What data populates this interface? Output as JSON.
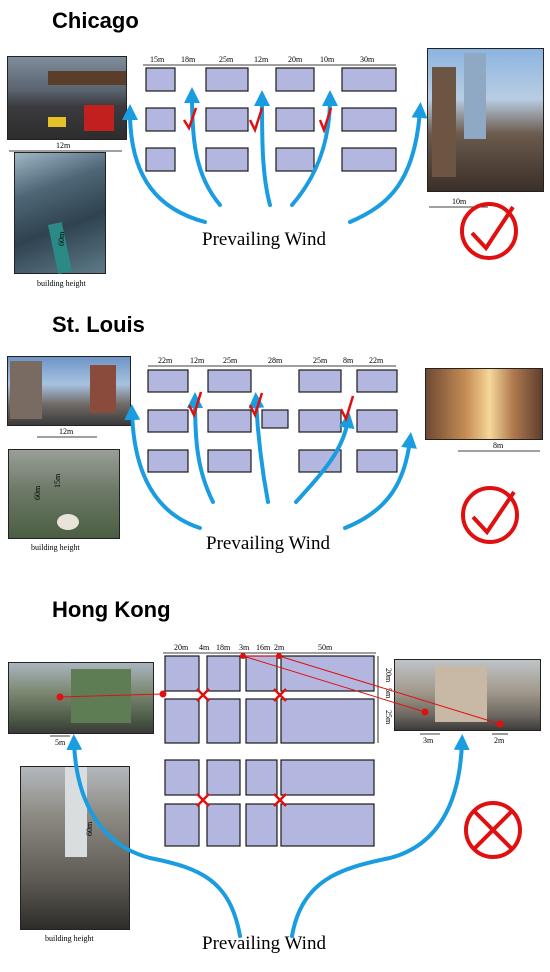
{
  "colors": {
    "building": "#b3b7df",
    "wind_arrow": "#1a9de0",
    "check_red": "#e01010",
    "cross_red": "#e01010"
  },
  "sections": {
    "chicago": {
      "title": "Chicago",
      "top_dims": [
        "15m",
        "18m",
        "25m",
        "12m",
        "20m",
        "10m",
        "30m"
      ],
      "left_photo_dim": "12m",
      "right_photo_dim": "10m",
      "aerial_height": "60m",
      "aerial_caption": "building height",
      "wind_label": "Prevailing Wind",
      "verdict_icon": "check-mark-icon"
    },
    "st_louis": {
      "title": "St. Louis",
      "top_dims": [
        "22m",
        "12m",
        "25m",
        "28m",
        "25m",
        "8m",
        "22m"
      ],
      "left_photo_dim": "12m",
      "right_photo_dim": "8m",
      "aerial_height": "60m",
      "aerial_height_2": "15m",
      "aerial_caption": "building height",
      "wind_label": "Prevailing Wind",
      "verdict_icon": "check-mark-icon"
    },
    "hong_kong": {
      "title": "Hong Kong",
      "top_dims": [
        "20m",
        "4m",
        "18m",
        "3m",
        "16m",
        "2m",
        "50m"
      ],
      "side_dims": [
        "20m",
        "5m",
        "25m"
      ],
      "left_photo_dim": "5m",
      "right_photo_dims": [
        "3m",
        "2m"
      ],
      "street_height": "60m",
      "street_caption": "building height",
      "wind_label": "Prevailing Wind",
      "verdict_icon": "cross-circle-icon"
    }
  }
}
